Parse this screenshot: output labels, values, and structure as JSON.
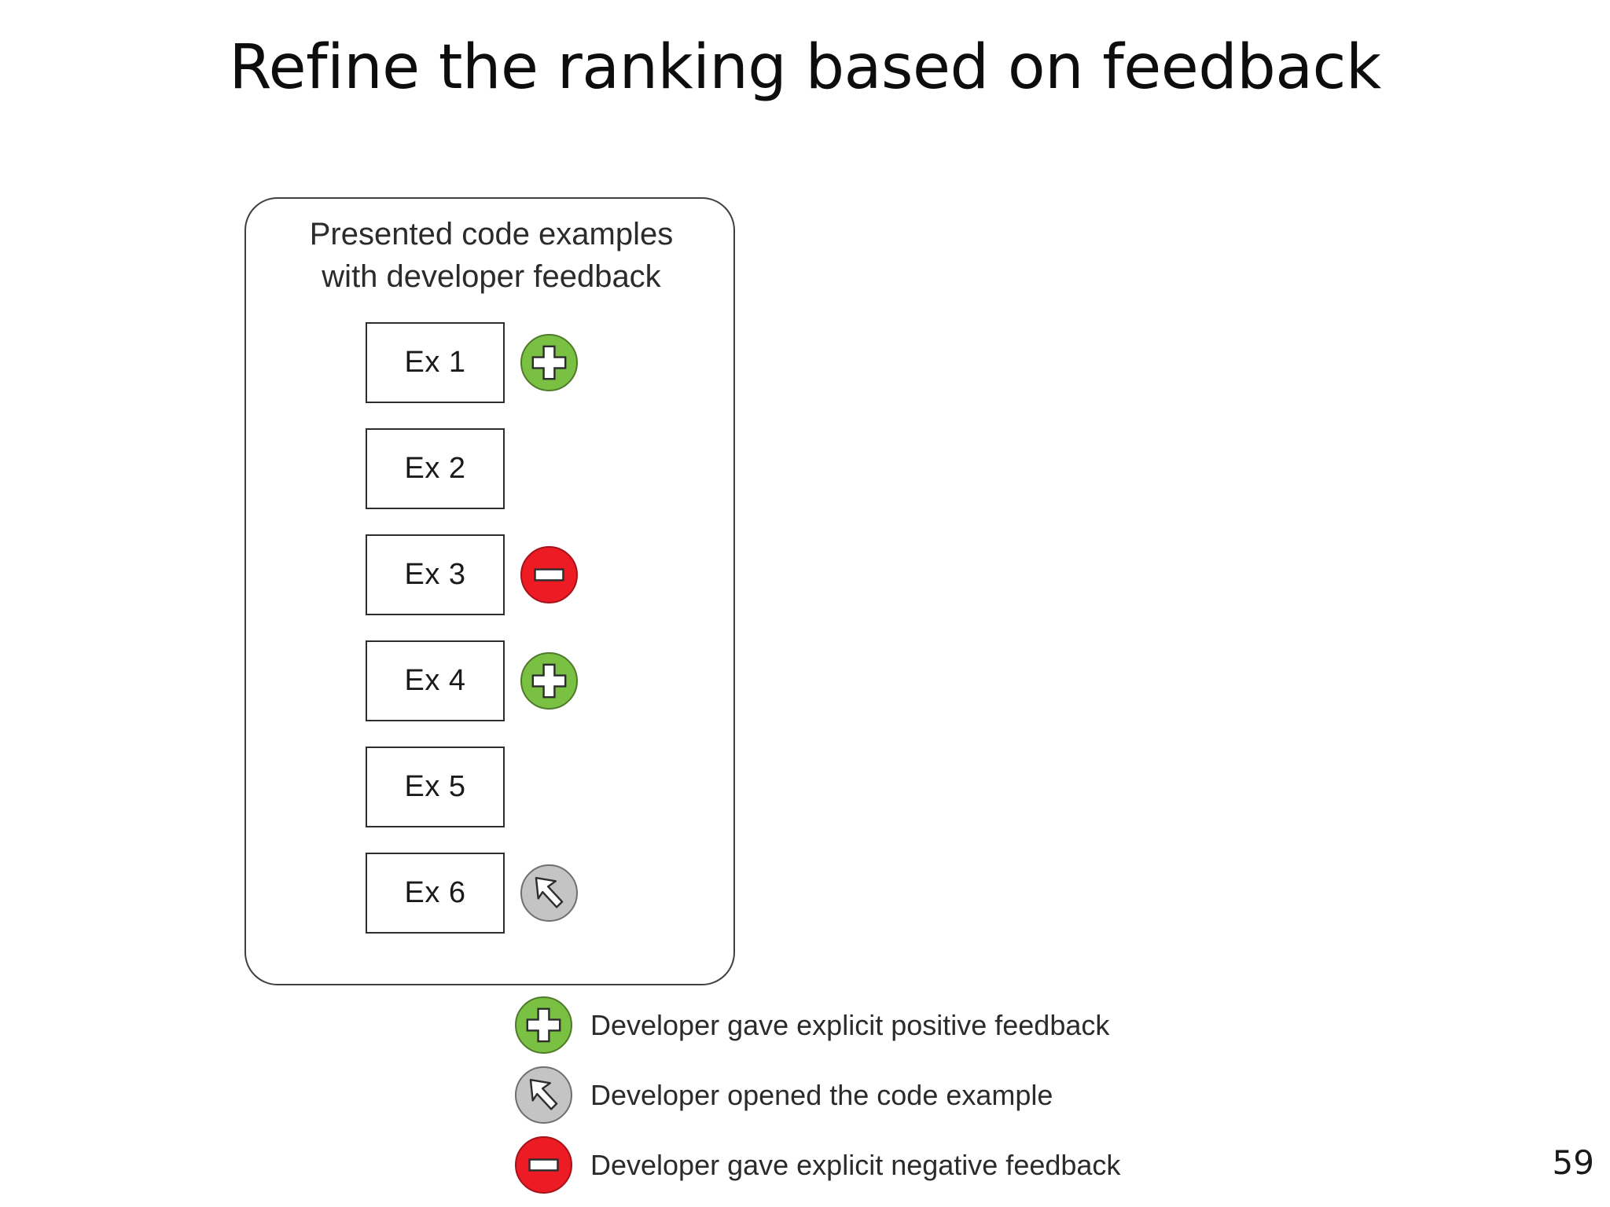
{
  "slide": {
    "title": "Refine the ranking based on feedback",
    "page_number": "59"
  },
  "panel": {
    "heading_line1": "Presented code examples",
    "heading_line2": "with developer feedback",
    "examples": [
      {
        "label": "Ex 1",
        "feedback": "positive",
        "icon": "plus-circle-icon"
      },
      {
        "label": "Ex 2",
        "feedback": "none",
        "icon": ""
      },
      {
        "label": "Ex 3",
        "feedback": "negative",
        "icon": "minus-circle-icon"
      },
      {
        "label": "Ex 4",
        "feedback": "positive",
        "icon": "plus-circle-icon"
      },
      {
        "label": "Ex 5",
        "feedback": "none",
        "icon": ""
      },
      {
        "label": "Ex 6",
        "feedback": "opened",
        "icon": "cursor-circle-icon"
      }
    ]
  },
  "legend": {
    "items": [
      {
        "icon": "plus-circle-icon",
        "label": "Developer gave explicit positive feedback"
      },
      {
        "icon": "cursor-circle-icon",
        "label": "Developer opened the code example"
      },
      {
        "icon": "minus-circle-icon",
        "label": "Developer gave explicit negative feedback"
      }
    ]
  },
  "colors": {
    "positive_green": "#79c043",
    "negative_red": "#ed1c24",
    "opened_gray": "#c4c4c4",
    "text": "#2b2b2b",
    "outline": "#2d2d2d"
  }
}
